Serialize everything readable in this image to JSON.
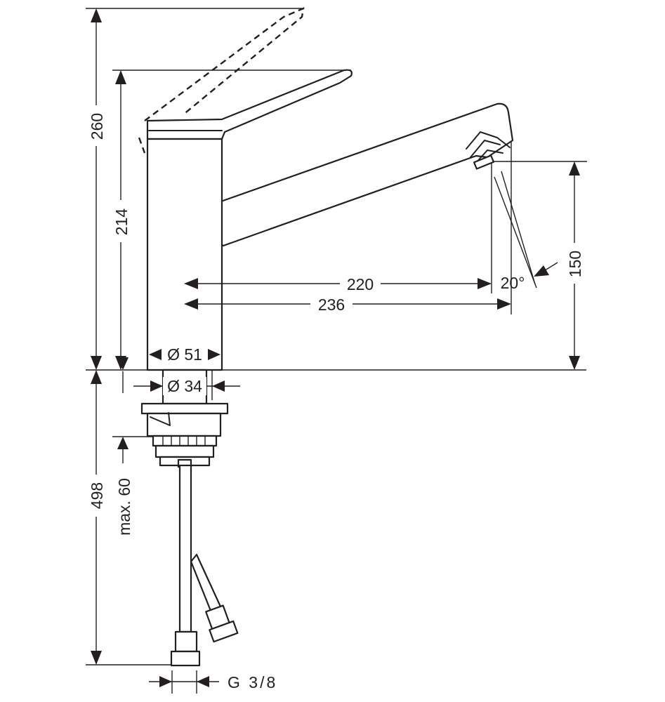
{
  "dimensions": {
    "total_height": "260",
    "lever_height": "214",
    "reach_220": "220",
    "reach_236": "236",
    "spout_height": "150",
    "spray_angle": "20°",
    "body_diameter": "Ø 51",
    "shank_diameter": "Ø 34",
    "below_height": "498",
    "max_thickness": "max. 60",
    "thread": "G 3/8"
  }
}
